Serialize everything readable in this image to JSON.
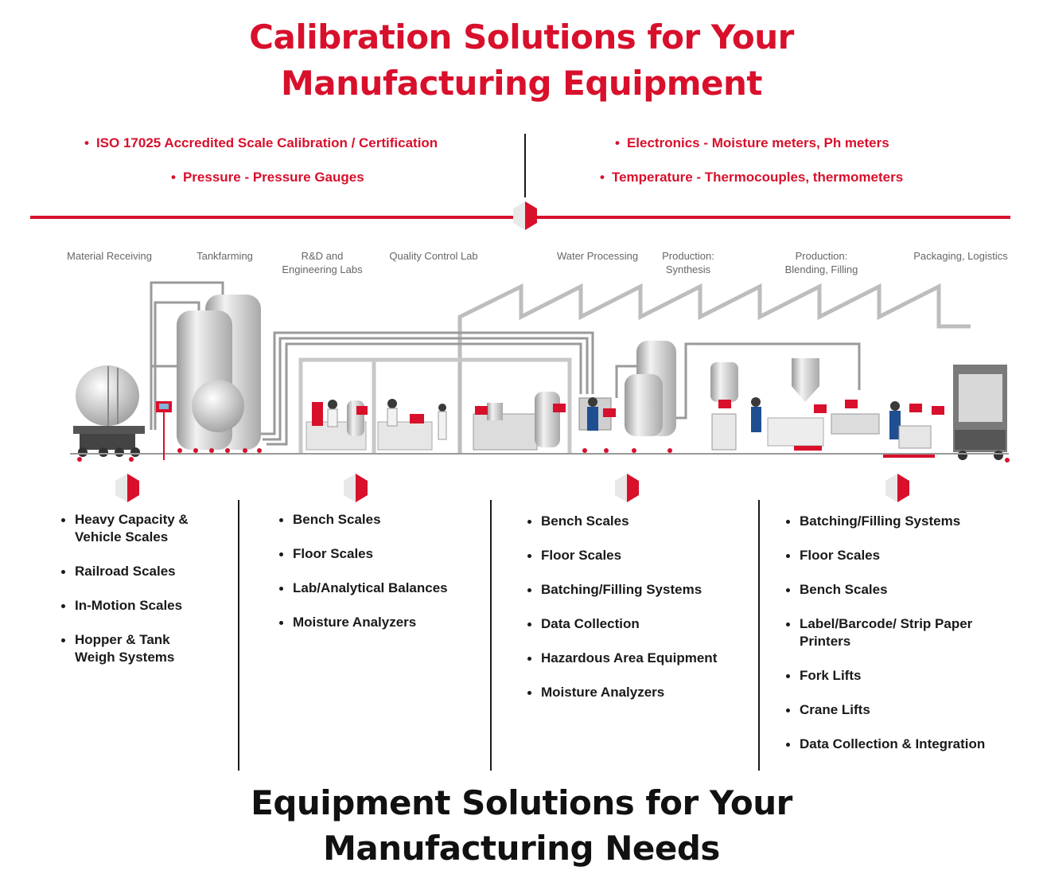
{
  "header": {
    "title_line1": "Calibration Solutions for Your",
    "title_line2": "Manufacturing Equipment"
  },
  "calibration": {
    "left": [
      "ISO 17025 Accredited Scale Calibration / Certification",
      "Pressure - Pressure Gauges"
    ],
    "right": [
      "Electronics - Moisture meters, Ph meters",
      "Temperature - Thermocouples, thermometers"
    ]
  },
  "stages": [
    "Material Receiving",
    "Tankfarming",
    "R&D and\nEngineering Labs",
    "Quality Control Lab",
    "Water Processing",
    "Production:\nSynthesis",
    "Production:\nBlending, Filling",
    "Packaging, Logistics"
  ],
  "columns": [
    [
      "Heavy Capacity &\nVehicle Scales",
      "Railroad Scales",
      "In-Motion Scales",
      "Hopper & Tank\nWeigh Systems"
    ],
    [
      "Bench Scales",
      "Floor Scales",
      "Lab/Analytical Balances",
      "Moisture Analyzers"
    ],
    [
      "Bench Scales",
      "Floor Scales",
      "Batching/Filling Systems",
      "Data Collection",
      "Hazardous Area Equipment",
      "Moisture Analyzers"
    ],
    [
      "Batching/Filling Systems",
      "Floor Scales",
      "Bench Scales",
      "Label/Barcode/ Strip Paper\nPrinters",
      "Fork Lifts",
      "Crane Lifts",
      "Data Collection & Integration"
    ]
  ],
  "footer": {
    "title_line1": "Equipment Solutions for Your",
    "title_line2": "Manufacturing Needs"
  },
  "colors": {
    "accent": "#d8102c",
    "dark": "#1a1a1a",
    "equipment_gray": "#bfbfbf"
  }
}
